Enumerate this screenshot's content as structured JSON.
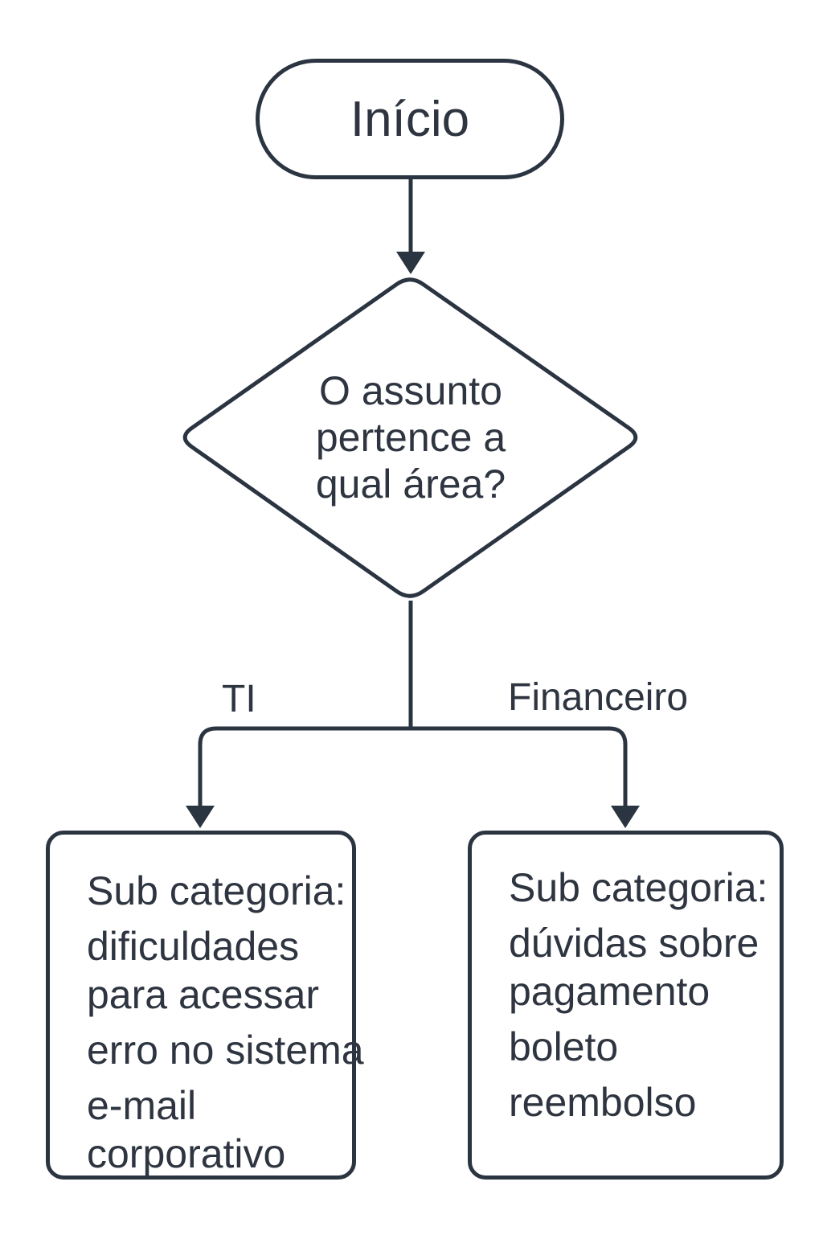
{
  "diagram": {
    "start_label": "Início",
    "decision": {
      "line1": "O assunto",
      "line2": "pertence a",
      "line3": "qual área?"
    },
    "branch_left_label": "TI",
    "branch_right_label": "Financeiro",
    "left_box": {
      "title": "Sub categoria:",
      "item1_line1": "dificuldades",
      "item1_line2": "para acessar",
      "item2": "erro no sistema",
      "item3_line1": "e-mail",
      "item3_line2": "corporativo"
    },
    "right_box": {
      "title": "Sub categoria:",
      "item1_line1": "dúvidas sobre",
      "item1_line2": "pagamento",
      "item2": "boleto",
      "item3": "reembolso"
    }
  },
  "colors": {
    "stroke": "#2b3441",
    "text": "#2e3540",
    "background": "#ffffff"
  }
}
